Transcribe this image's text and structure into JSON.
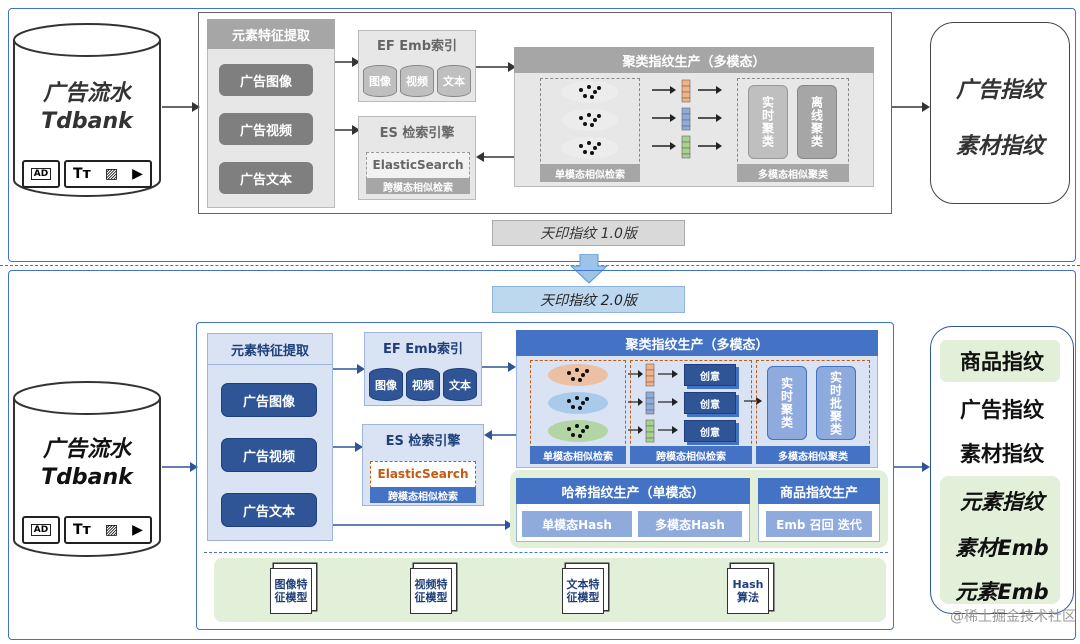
{
  "source": {
    "line1": "广告流水",
    "line2": "Tdbank",
    "icon_ad": "AD",
    "icon_text": "Tт"
  },
  "v1": {
    "feature_title": "元素特征提取",
    "features": [
      "广告图像",
      "广告视频",
      "广告文本"
    ],
    "ef_title": "EF  Emb索引",
    "ef_items": [
      "图像",
      "视频",
      "文本"
    ],
    "es_title": "ES  检索引擎",
    "es_name": "ElasticSearch",
    "es_sub": "跨模态相似检索",
    "cluster_title": "聚类指纹生产（多模态）",
    "cluster_left_label": "单模态相似检索",
    "cluster_right_label": "多模态相似聚类",
    "realtime_cluster": "实时聚类",
    "offline_cluster": "离线聚类",
    "outputs": [
      "广告指纹",
      "素材指纹"
    ],
    "version_label": "天印指纹 1.0版"
  },
  "v2": {
    "version_label": "天印指纹 2.0版",
    "feature_title": "元素特征提取",
    "features": [
      "广告图像",
      "广告视频",
      "广告文本"
    ],
    "ef_title": "EF  Emb索引",
    "ef_items": [
      "图像",
      "视频",
      "文本"
    ],
    "es_title": "ES  检索引擎",
    "es_name": "ElasticSearch",
    "es_sub": "跨模态相似检索",
    "cluster_title": "聚类指纹生产（多模态）",
    "cluster_labels": [
      "单模态相似检索",
      "跨模态相似检索",
      "多模态相似聚类"
    ],
    "creative": [
      "创意",
      "创意",
      "创意"
    ],
    "realtime_cluster": "实时聚类",
    "realtime_batch_cluster": "实时批聚类",
    "hash_title": "哈希指纹生产（单模态）",
    "hash_items": [
      "单模态Hash",
      "多模态Hash"
    ],
    "product_title": "商品指纹生产",
    "product_item": "Emb 召回 迭代",
    "models": [
      "图像特征模型",
      "视频特征模型",
      "文本特征模型",
      "Hash算法"
    ],
    "outputs": [
      "商品指纹",
      "广告指纹",
      "素材指纹",
      "元素指纹",
      "素材Emb",
      "元素Emb"
    ]
  },
  "watermark": "@稀土掘金技术社区"
}
